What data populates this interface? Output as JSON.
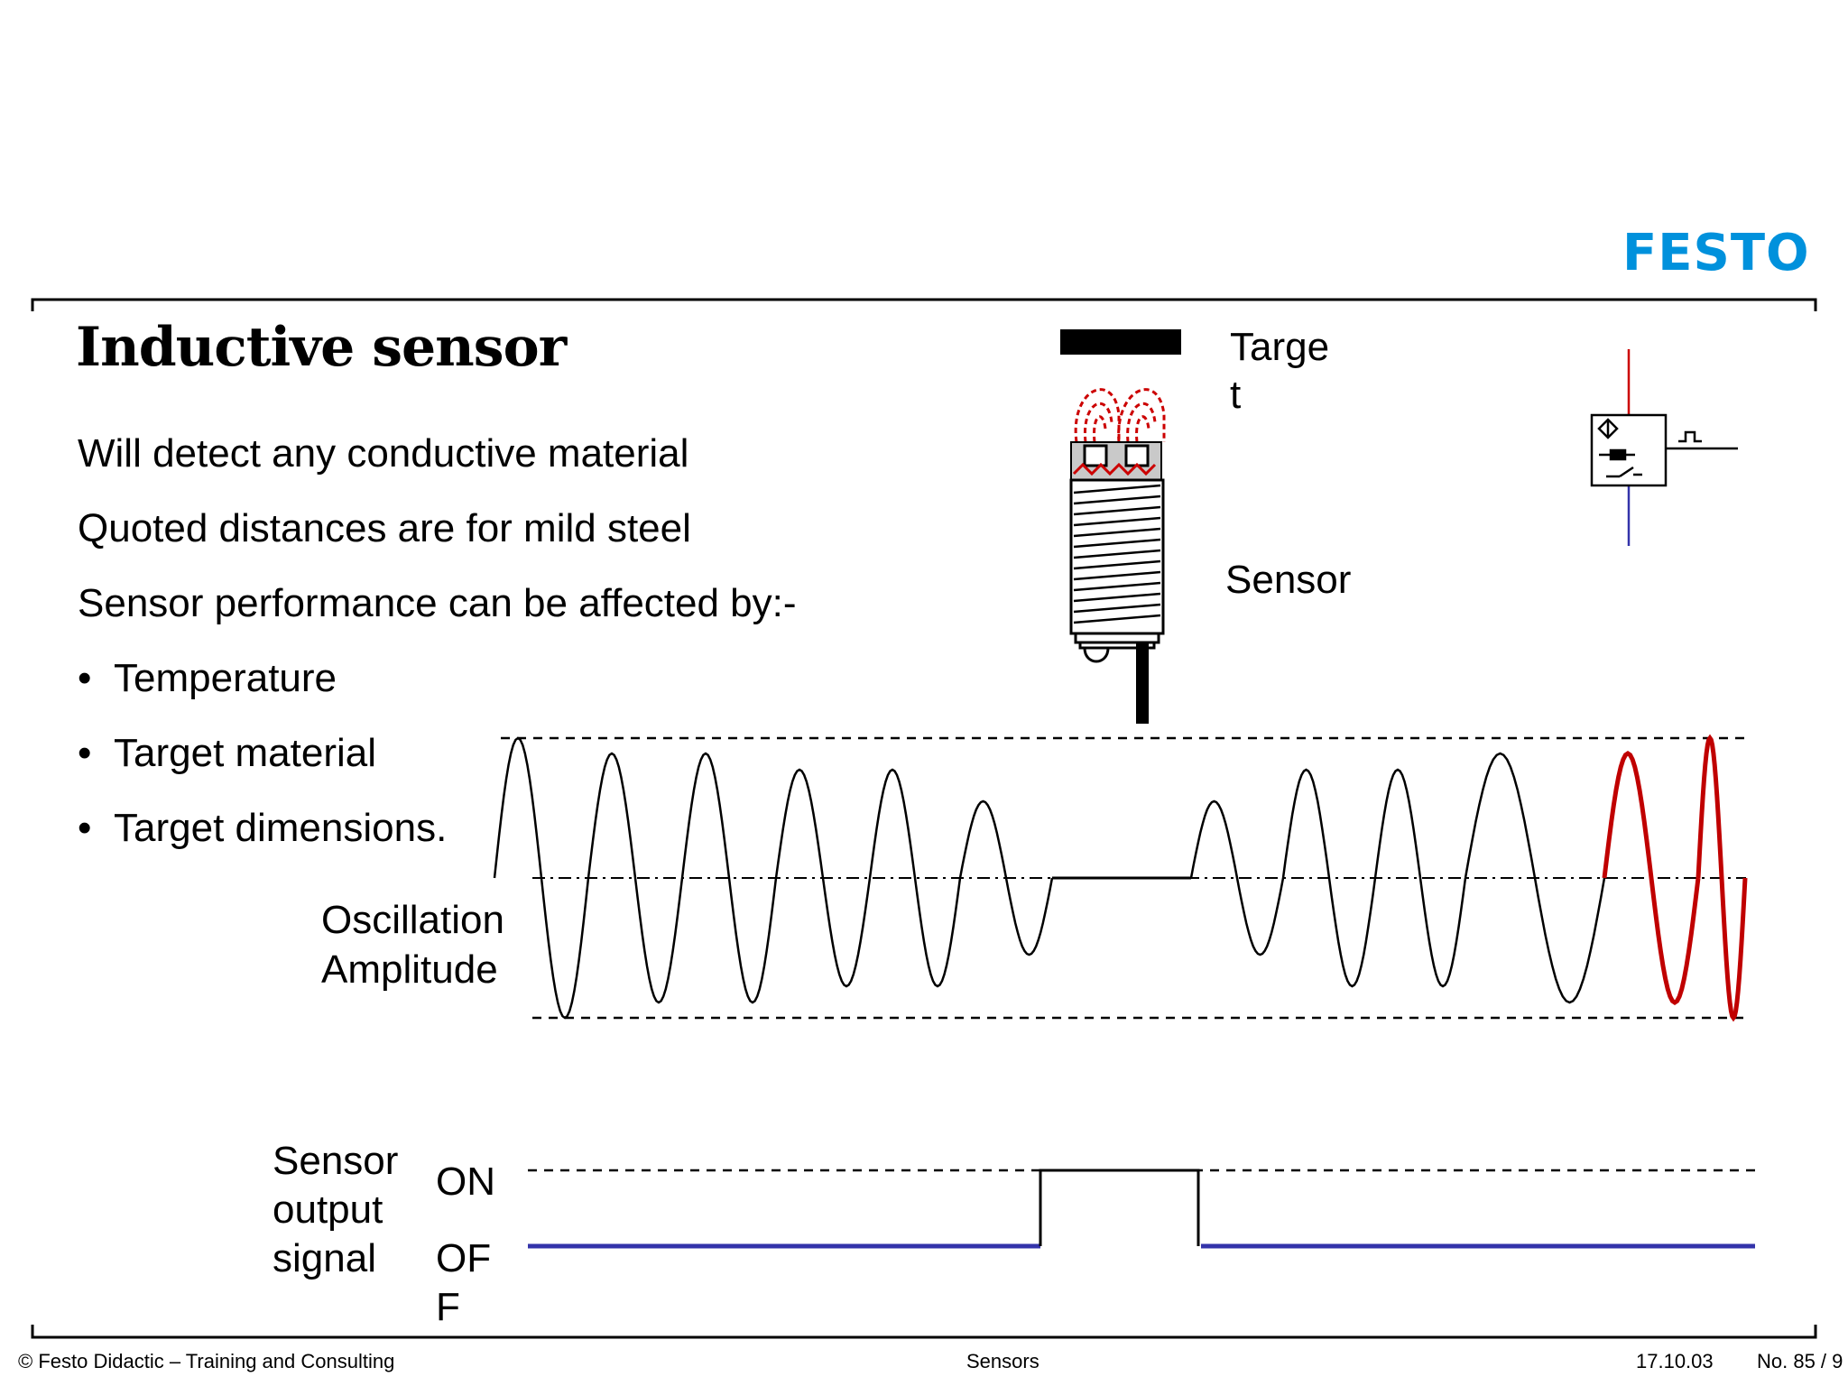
{
  "header": {
    "logo_text": "FESTO",
    "brand_color": "#0091dc"
  },
  "slide": {
    "title": "Inductive sensor",
    "lines": [
      "Will detect any conductive material",
      "Quoted distances are for mild steel",
      "Sensor performance can be affected by:-"
    ],
    "bullets": [
      "Temperature",
      "Target material",
      "Target dimensions."
    ]
  },
  "diagram": {
    "target_label_line1": "Targe",
    "target_label_line2": "t",
    "sensor_label": "Sensor",
    "oscillation_label_line1": "Oscillation",
    "oscillation_label_line2": "Amplitude",
    "output_label_line1": "Sensor",
    "output_label_line2": "output",
    "output_label_line3": "signal",
    "on_label": "ON",
    "off_label_line1": "OF",
    "off_label_line2": "F",
    "colors": {
      "wave": "#000000",
      "wave_highlight": "#c00000",
      "signal_off": "#3333aa",
      "field": "#cc0000"
    }
  },
  "footer": {
    "copyright": "© Festo Didactic – Training and Consulting",
    "section": "Sensors",
    "date": "17.10.03",
    "page": "No. 85 / 9"
  }
}
